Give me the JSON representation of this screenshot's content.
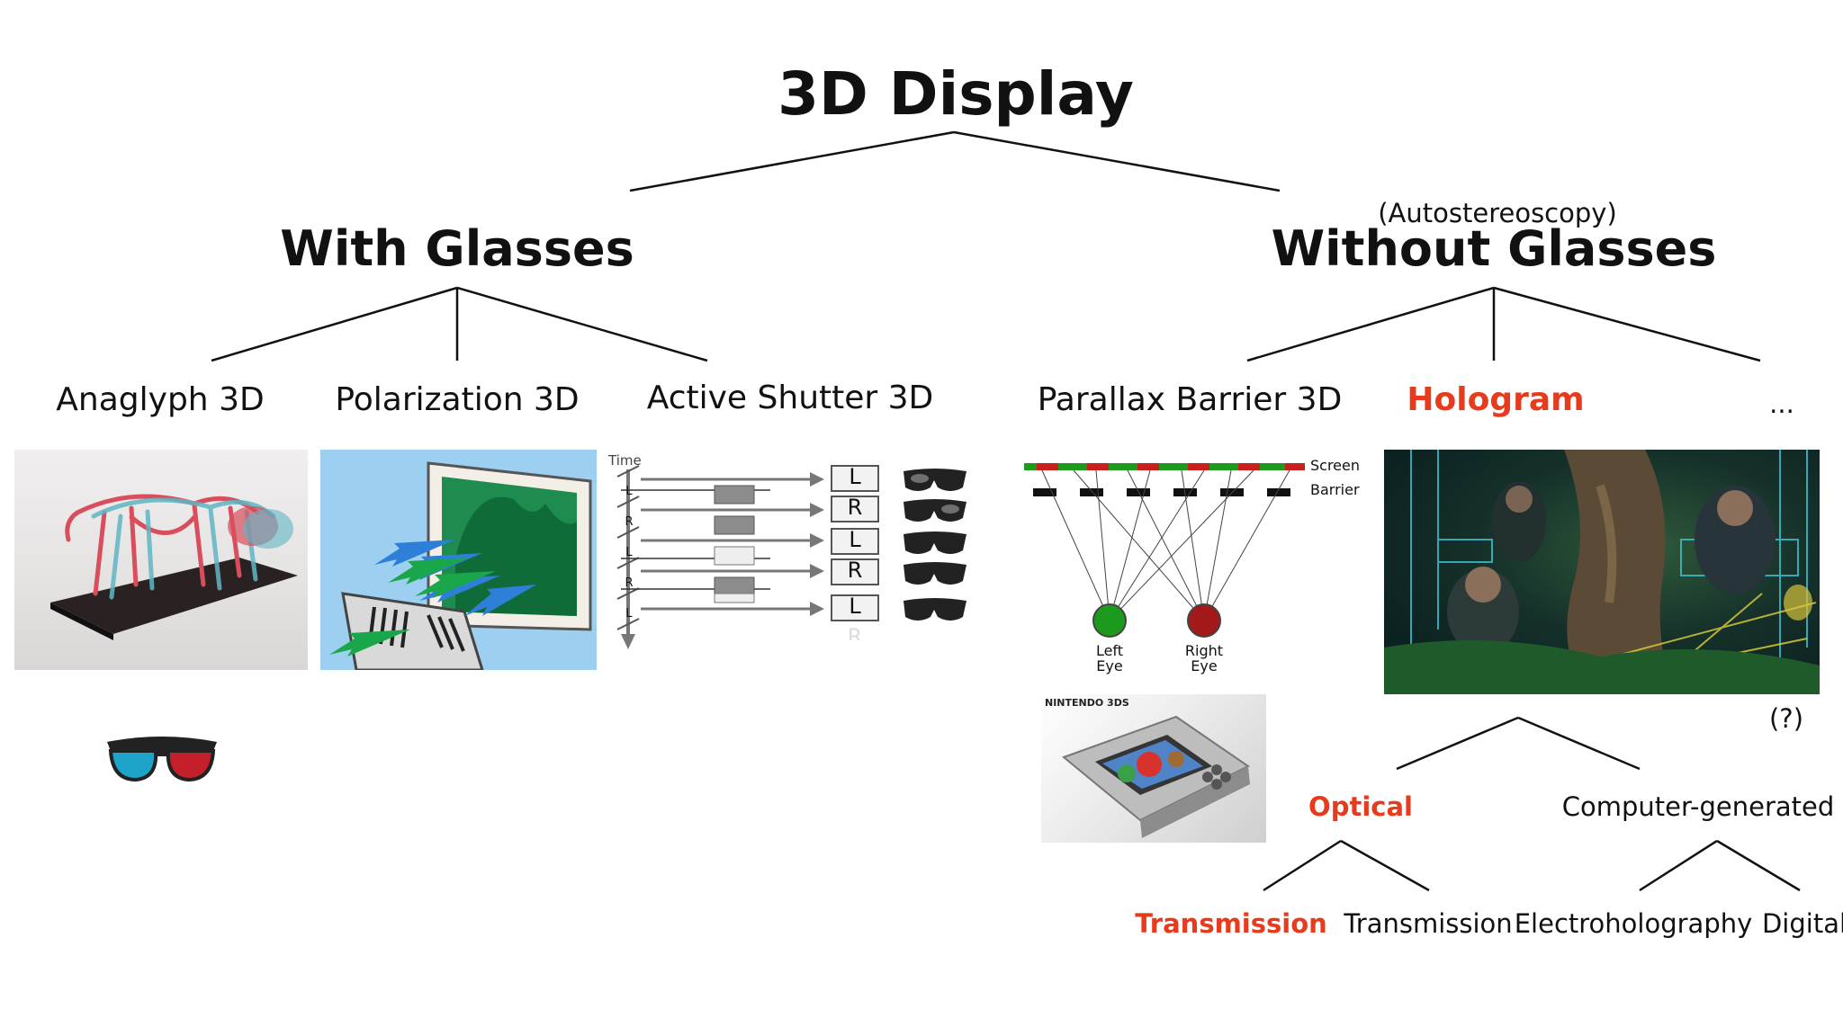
{
  "title": "3D Display",
  "branches": {
    "with_glasses": {
      "label": "With Glasses",
      "items": [
        "Anaglyph 3D",
        "Polarization 3D",
        "Active Shutter 3D"
      ]
    },
    "without_glasses": {
      "note": "(Autostereoscopy)",
      "label": "Without Glasses",
      "items": [
        "Parallax Barrier 3D",
        "Hologram",
        "..."
      ]
    }
  },
  "shutter_diagram": {
    "time_label": "Time",
    "frames": [
      "L",
      "R",
      "L",
      "R",
      "L"
    ],
    "faded_frame": "R"
  },
  "parallax_diagram": {
    "screen_label": "Screen",
    "barrier_label": "Barrier",
    "left_eye": "Left Eye",
    "right_eye": "Right Eye",
    "colors": {
      "left_eye": "#1c9a1c",
      "right_eye": "#a31818",
      "screen_green": "#1c9a1c",
      "screen_red": "#c81e1e"
    }
  },
  "device_brand": "NINTENDO 3DS",
  "hologram": {
    "question": "(?)",
    "children": [
      "Optical",
      "Computer-generated"
    ],
    "optical_children": [
      "Transmission",
      "Transmission"
    ],
    "computer_children": [
      "Electroholography",
      "Digital"
    ]
  },
  "colors": {
    "highlight": "#e63b1d",
    "text": "#111111"
  }
}
